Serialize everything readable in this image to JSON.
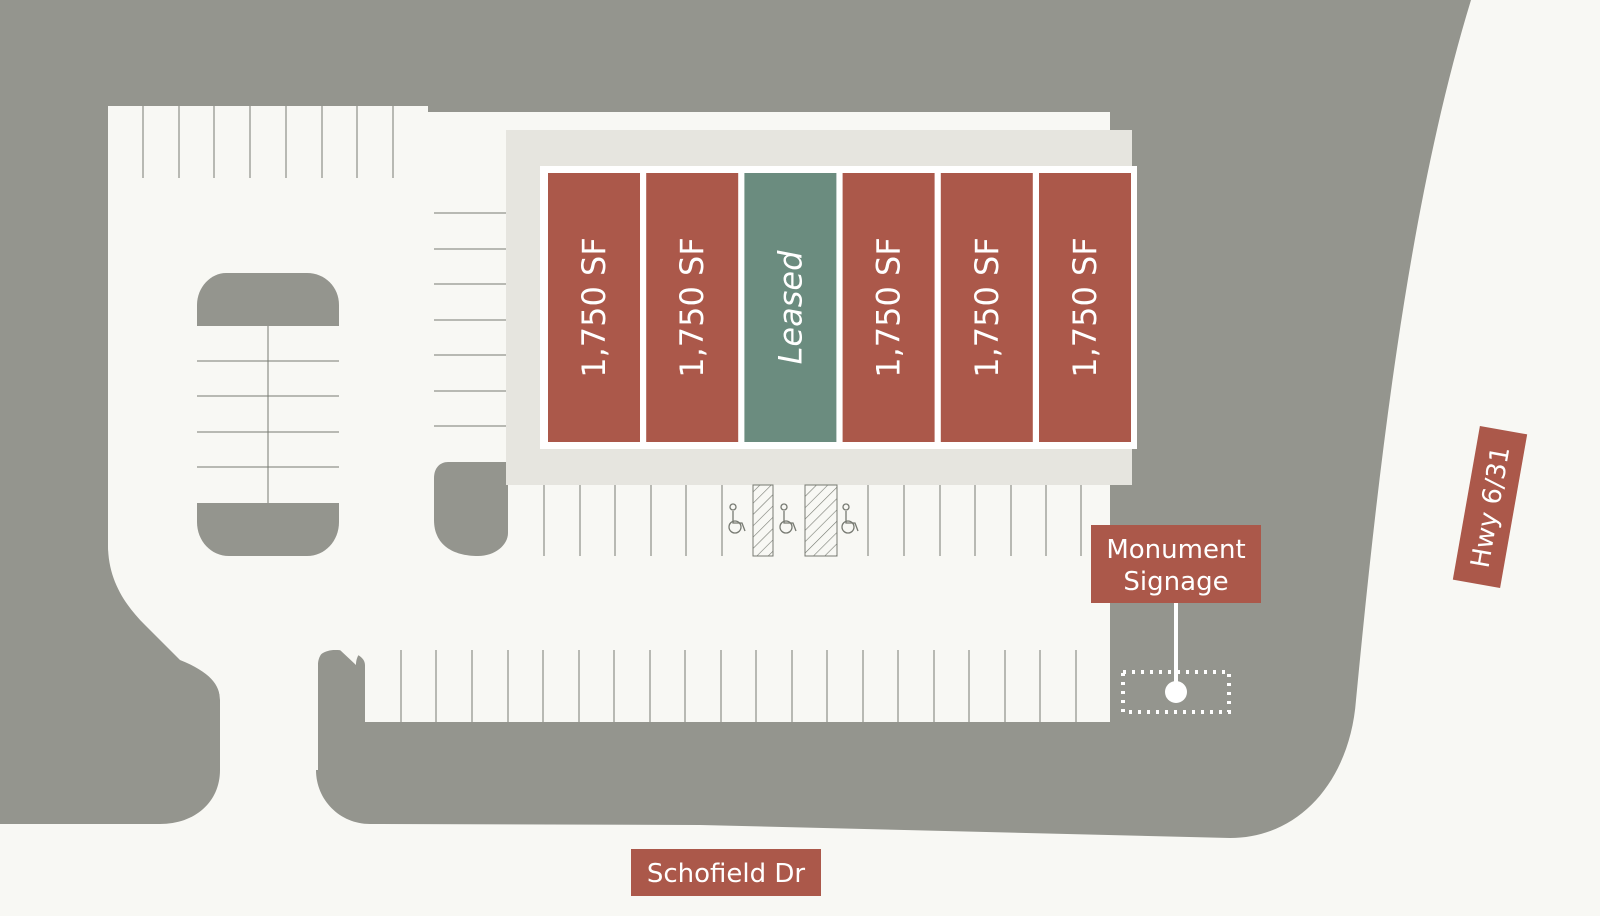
{
  "colors": {
    "background": "#f8f8f4",
    "grass": "#94958e",
    "pad": "#e6e5df",
    "available": "#ab584a",
    "leased": "#6b8c7f",
    "label_bg": "#ab584a",
    "label_text": "#ffffff",
    "stripe": "#777a72"
  },
  "units": [
    {
      "label": "1,750 SF",
      "status": "available"
    },
    {
      "label": "1,750 SF",
      "status": "available"
    },
    {
      "label": "Leased",
      "status": "leased"
    },
    {
      "label": "1,750 SF",
      "status": "available"
    },
    {
      "label": "1,750 SF",
      "status": "available"
    },
    {
      "label": "1,750 SF",
      "status": "available"
    }
  ],
  "labels": {
    "monument_line1": "Monument",
    "monument_line2": "Signage",
    "street_bottom": "Schofield Dr",
    "street_right": "Hwy 6/31"
  },
  "icons": {
    "accessible": "wheelchair-icon",
    "sign_post": "sign-post-icon"
  }
}
